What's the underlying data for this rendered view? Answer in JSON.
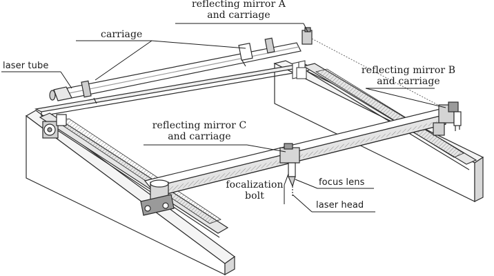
{
  "labels": {
    "mirror_a": [
      "reflecting mirror A",
      "and carriage"
    ],
    "carriage": "carriage",
    "laser_tube": "laser tube",
    "mirror_b": [
      "reflecting mirror B",
      "and carriage"
    ],
    "mirror_c": [
      "reflecting mirror C",
      "and carriage"
    ],
    "focalization_bolt": [
      "focalization",
      "bolt"
    ],
    "focus_lens": "focus lens",
    "laser_head": "laser head"
  },
  "colors": {
    "ink": "#1a1a1a",
    "line": "#2b2b2b",
    "shade": "#9a9a9a",
    "light": "#d8d8d8",
    "background": "#ffffff"
  }
}
